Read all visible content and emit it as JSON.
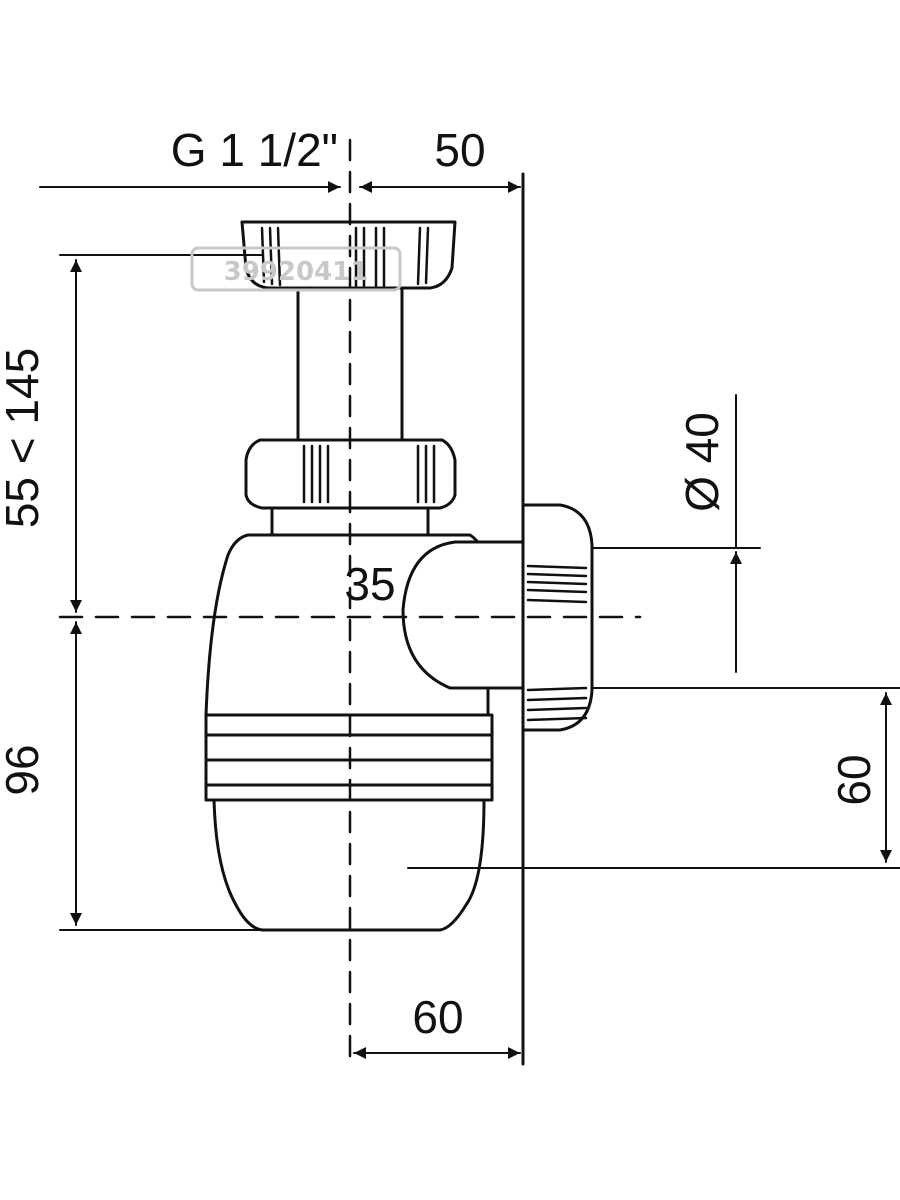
{
  "drawing": {
    "dimensions": {
      "thread": "G 1 1/2\"",
      "top_offset": "50",
      "height_range": "55 < 145",
      "outlet_diameter": "Ø 40",
      "bottom_height": "96",
      "outlet_center_offset": "35",
      "outlet_to_base": "60",
      "bottom_offset": "60"
    },
    "watermark": "39920411"
  },
  "colors": {
    "line": "#111111",
    "watermark": "#c8c8c8",
    "background": "#ffffff"
  }
}
